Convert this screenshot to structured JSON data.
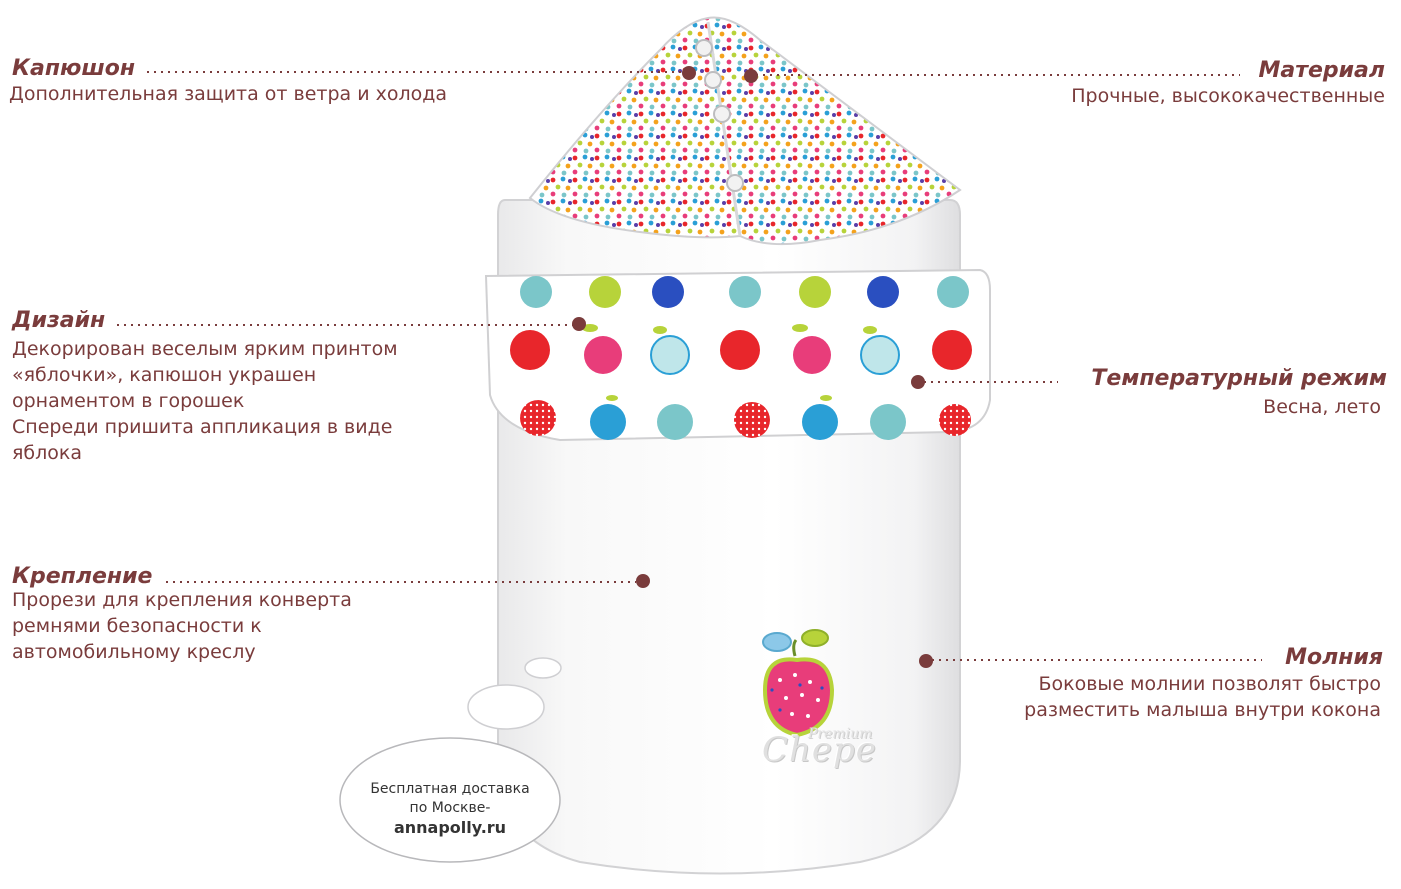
{
  "callouts": {
    "hood": {
      "title": "Капюшон",
      "desc": "Дополнительная защита от ветра и холода"
    },
    "material": {
      "title": "Материал",
      "desc": "Прочные, высококачественные"
    },
    "design": {
      "title": "Дизайн",
      "lines": [
        "Декорирован веселым ярким принтом",
        "«яблочки», капюшон украшен",
        "орнаментом в горошек",
        "Спереди пришита аппликация в виде",
        "яблока"
      ]
    },
    "temperature": {
      "title": "Температурный режим",
      "desc": "Весна, лето"
    },
    "fastening": {
      "title": "Крепление",
      "lines": [
        "Прорези для крепления конверта",
        "ремнями безопасности к",
        "автомобильному креслу"
      ]
    },
    "zipper": {
      "title": "Молния",
      "lines": [
        "Боковые молнии позволят быстро",
        "разместить малыша внутри кокона"
      ]
    }
  },
  "delivery": {
    "line1": "Бесплатная доставка",
    "line2": "по Москве-",
    "site": "annapolly.ru"
  },
  "product_logo": {
    "small": "Premium",
    "big": "Chepe"
  },
  "colors": {
    "accent": "#7a3c3c",
    "dot": "#7a3c3c",
    "fabric": "#ffffff",
    "apple_red": "#e8262b",
    "apple_blue": "#2a9fd6",
    "apple_green": "#b7d33a",
    "apple_pink": "#e83d7a"
  }
}
